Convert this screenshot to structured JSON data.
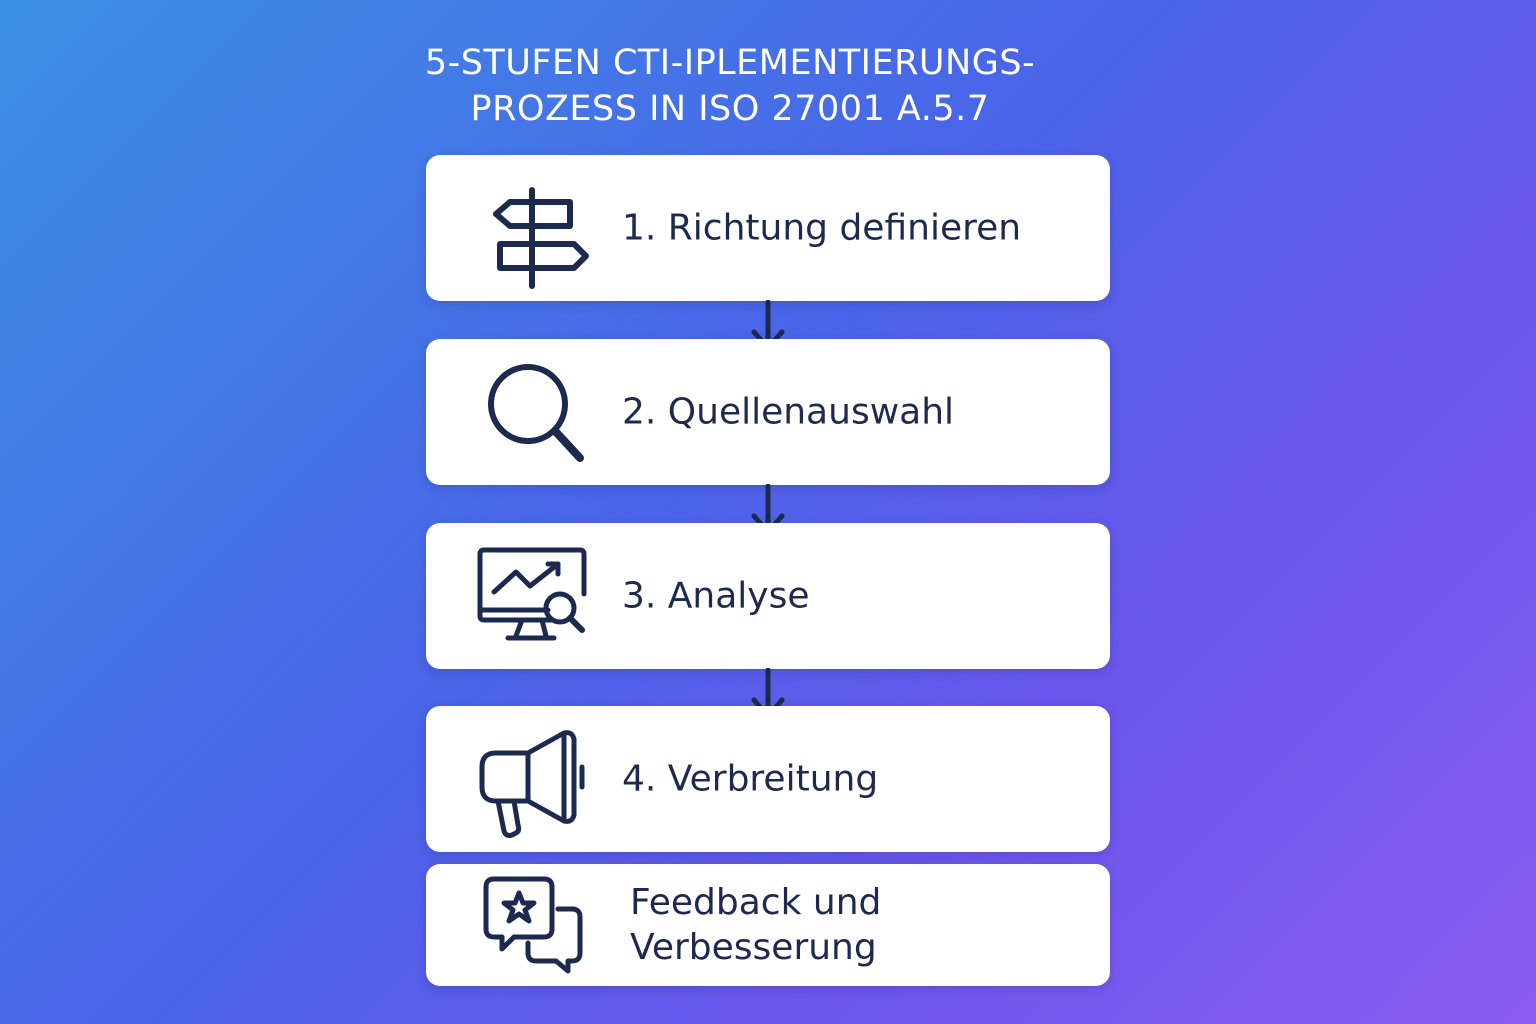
{
  "title": {
    "line1": "5-STUFEN CTI-IPLEMENTIERUNGS-",
    "line2": "PROZESS IN ISO 27001 A.5.7"
  },
  "colors": {
    "background_start": "#3b8fe3",
    "background_end": "#8b5cf0",
    "card": "#ffffff",
    "ink": "#1b2a4e"
  },
  "steps": [
    {
      "label": "1. Richtung definieren",
      "icon": "signpost-icon"
    },
    {
      "label": "2. Quellenauswahl",
      "icon": "magnifier-icon"
    },
    {
      "label": "3. Analyse",
      "icon": "monitor-chart-search-icon"
    },
    {
      "label": "4. Verbreitung",
      "icon": "megaphone-icon"
    },
    {
      "label": "Feedback und Verbesserung",
      "icon": "chat-star-icon"
    }
  ]
}
